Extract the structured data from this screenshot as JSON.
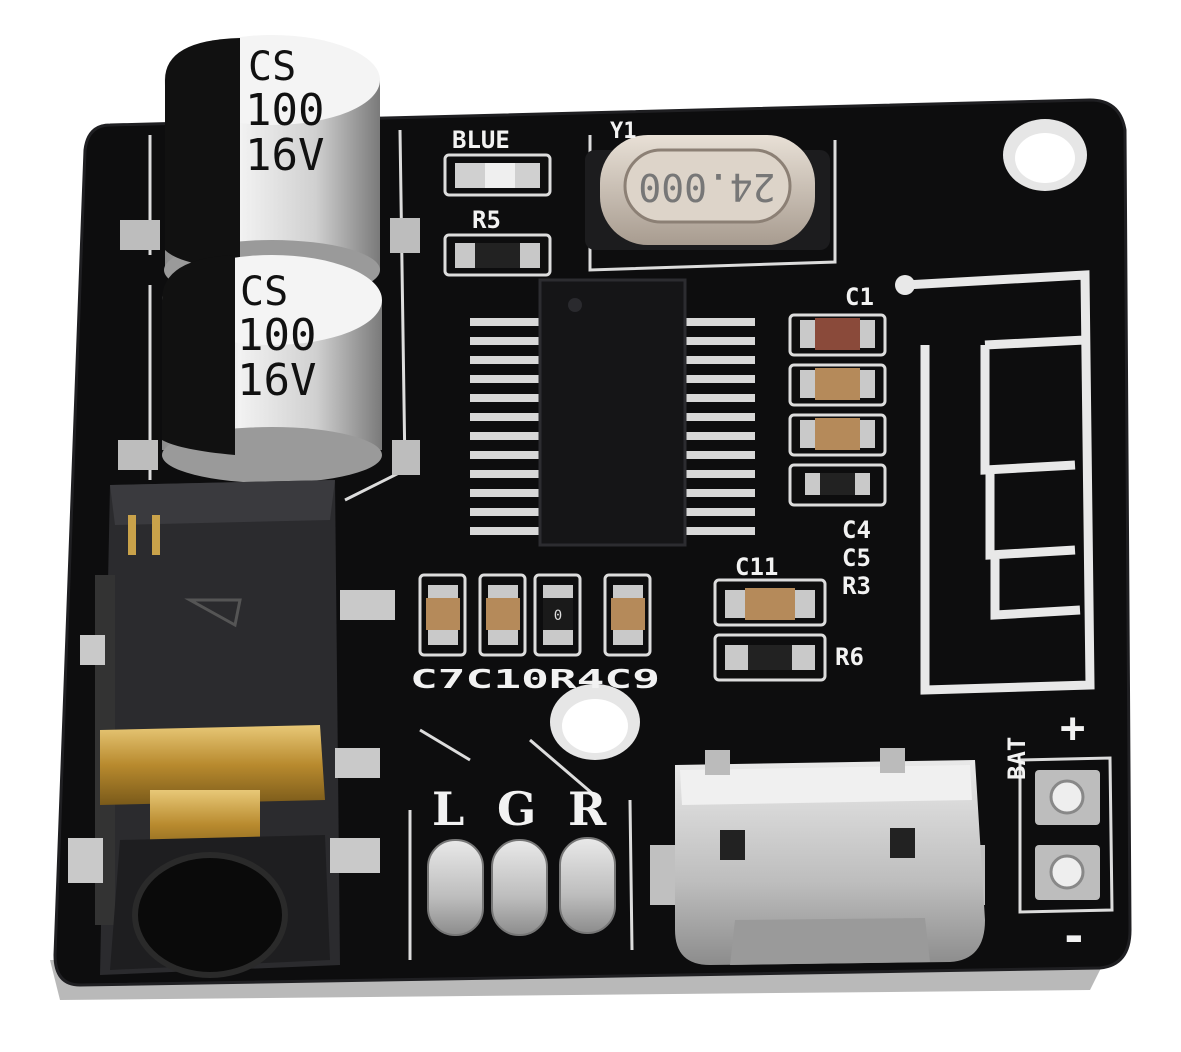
{
  "colors": {
    "pcb": "#0d0d0e",
    "pcb_edge": "#1c1c1e",
    "silkscreen": "#f2f2f2",
    "pad": "#c9c9c9",
    "gold": "#c9a24a",
    "capacitor_body": "#d9d9d9",
    "background": "#ffffff"
  },
  "capacitors": [
    {
      "line1": "CS",
      "line2": "100",
      "line3": "16V"
    },
    {
      "line1": "CS",
      "line2": "100",
      "line3": "16V"
    }
  ],
  "crystal": {
    "ref": "Y1",
    "marking": "24.000"
  },
  "silkscreen_labels": {
    "blue": "BLUE",
    "r5": "R5",
    "c1": "C1",
    "c11": "C11",
    "c4": "C4",
    "c5": "C5",
    "r3": "R3",
    "r6": "R6",
    "bottom_row": "C7C10R4C9",
    "bat": "BAT",
    "plus": "+",
    "minus": "-",
    "l": "L",
    "g": "G",
    "r": "R"
  },
  "resistor_marking": "0"
}
